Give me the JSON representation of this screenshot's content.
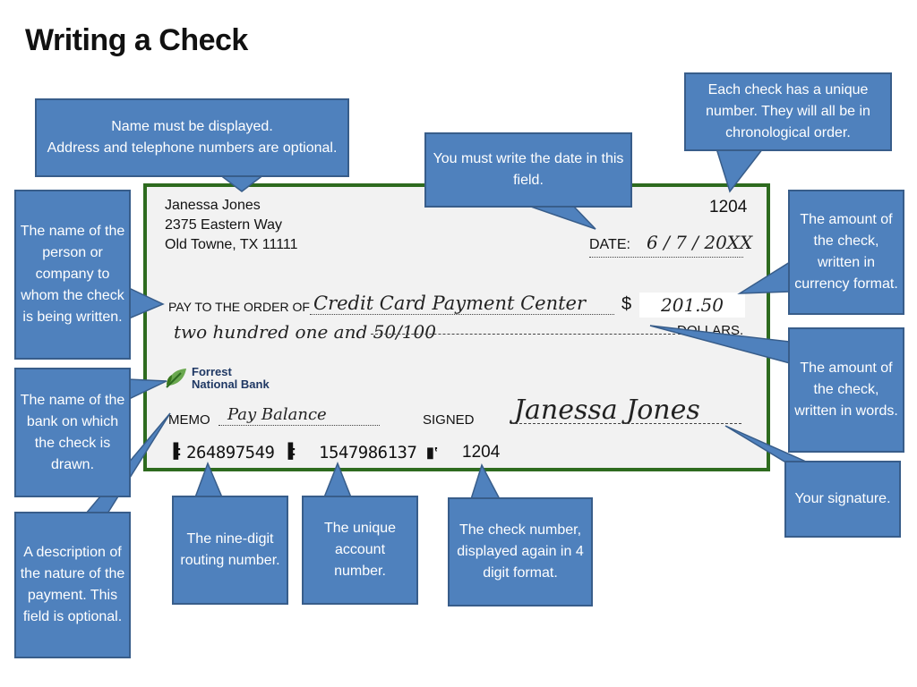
{
  "title": "Writing a Check",
  "check": {
    "name": "Janessa Jones",
    "address": "2375 Eastern Way",
    "city": "Old Towne, TX 11111",
    "number": "1204",
    "date_label": "DATE:",
    "date_value": "6 / 7 / 20XX",
    "pay_label": "PAY TO THE ORDER OF",
    "payee": "Credit Card Payment Center",
    "dollar_sign": "$",
    "amount": "201.50",
    "amount_words": "two hundred one and 50/100",
    "dollars_label": "DOLLARS.",
    "bank_line1": "Forrest",
    "bank_line2": "National Bank",
    "memo_label": "MEMO",
    "memo_value": "Pay Balance",
    "signed_label": "SIGNED",
    "signature": "Janessa Jones",
    "routing": "264897549",
    "account": "1547986137",
    "micr_number": "1204"
  },
  "callouts": {
    "name": "Name must be displayed.\nAddress and telephone numbers are optional.",
    "date": "You must write the date in this field.",
    "check_number": "Each check has a unique number.  They will all be in chronological order.",
    "payee": "The name of the person or company to whom the check is being written.",
    "amount_currency": "The amount of the check, written in currency format.",
    "amount_words": "The amount of the check, written in words.",
    "bank": "The name of the bank on which the check is drawn.",
    "signature": "Your signature.",
    "memo": "A description of the nature of the payment.  This field is optional.",
    "routing": "The nine-digit routing number.",
    "account": "The unique account number.",
    "micr_check_number": "The check number, displayed again in 4 digit format."
  },
  "colors": {
    "callout_fill": "#4f81bd",
    "callout_border": "#385d8a",
    "check_border": "#2e6b1f",
    "check_fill": "#f2f2f2"
  }
}
